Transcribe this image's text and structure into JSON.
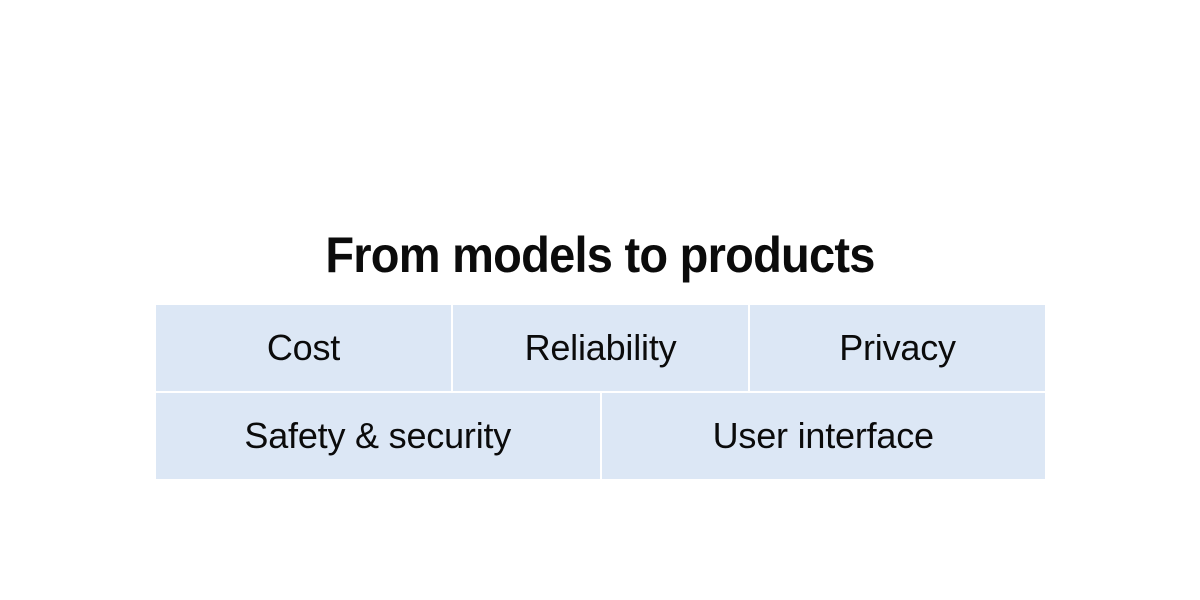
{
  "slide": {
    "title": "From models to products",
    "background_color": "#ffffff",
    "title_color": "#0b0b0b",
    "cell_background_color": "#dce7f5",
    "cell_text_color": "#0b0b0b"
  },
  "matrix": {
    "rows": [
      {
        "cells": [
          {
            "label": "Cost"
          },
          {
            "label": "Reliability"
          },
          {
            "label": "Privacy"
          }
        ]
      },
      {
        "cells": [
          {
            "label": "Safety & security"
          },
          {
            "label": "User interface"
          }
        ]
      }
    ]
  }
}
